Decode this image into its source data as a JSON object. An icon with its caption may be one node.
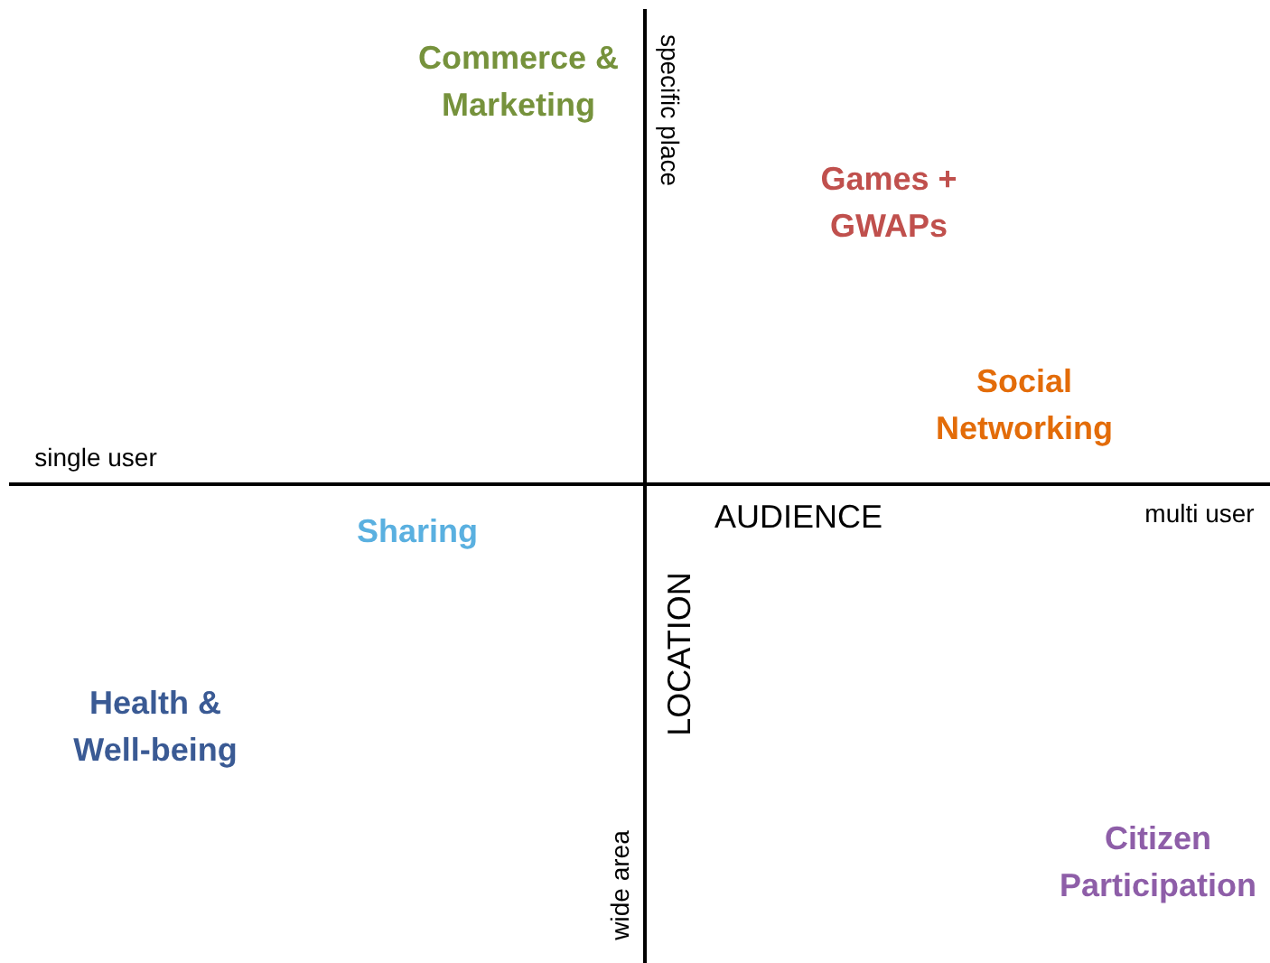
{
  "diagram": {
    "labels": [
      "Commerce & Marketing",
      "specific place",
      "Games + GWAPs",
      "Social Networking",
      "single user",
      "Sharing",
      "AUDIENCE",
      "multi user",
      "LOCATION",
      "Health & Well-being",
      "Citizen Participation",
      "wide area"
    ]
  }
}
